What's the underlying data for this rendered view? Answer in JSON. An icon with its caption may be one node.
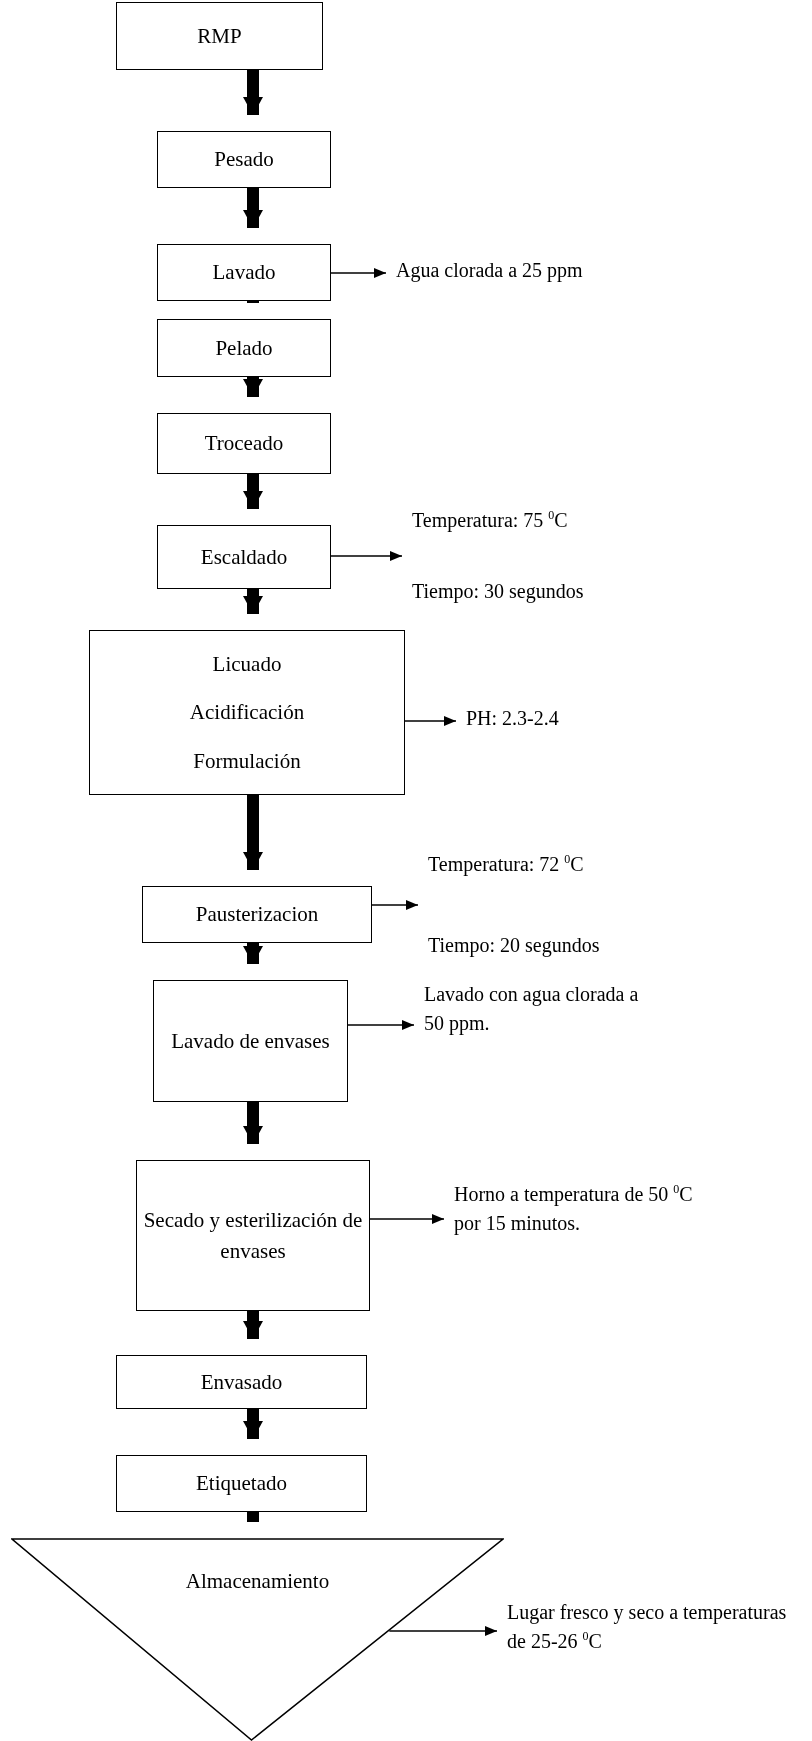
{
  "diagram": {
    "nodes": [
      {
        "text": [
          "RMP"
        ]
      },
      {
        "text": [
          "Pesado"
        ]
      },
      {
        "text": [
          "Lavado"
        ]
      },
      {
        "text": [
          "Agua clorada a 25  ppm"
        ]
      },
      {
        "text": [
          "Pelado"
        ]
      },
      {
        "text": [
          "Troceado"
        ]
      },
      {
        "text": [
          "Escaldado"
        ]
      },
      {
        "text": [
          "Temperatura: 75 $^{0}$C",
          "Tiempo: 30 segundos"
        ]
      },
      {
        "text": [
          "Licuado",
          "Acidificación",
          "Formulación"
        ]
      },
      {
        "text": [
          "PH: 2.3-2.4"
        ]
      },
      {
        "text": [
          "Pausterizacion"
        ]
      },
      {
        "text": [
          "Temperatura: 72 $^{0}$C",
          "Tiempo: 20 segundos"
        ]
      },
      {
        "text": [
          "Lavado de envases"
        ]
      },
      {
        "text": [
          "Lavado con agua clorada a 50 ppm."
        ]
      },
      {
        "text": [
          "Secado y esterilización  de envases"
        ]
      },
      {
        "text": [
          "Horno a temperatura de 50  $^{0}$C por 15 minutos."
        ]
      },
      {
        "text": [
          "Envasado"
        ]
      },
      {
        "text": [
          "Etiquetado"
        ]
      },
      {
        "text": [
          "Almacenamiento"
        ]
      },
      {
        "text": [
          "Lugar fresco y seco a temperaturas de 25-26 $^{0}$C"
        ]
      }
    ],
    "edges": [
      {
        "from": 0,
        "to": 1,
        "arrow": "to"
      },
      {
        "from": 1,
        "to": 2,
        "arrow": "to"
      },
      {
        "from": 2,
        "to": 3,
        "arrow": "to"
      },
      {
        "from": 2,
        "to": 4,
        "arrow": "to"
      },
      {
        "from": 4,
        "to": 5,
        "arrow": "to"
      },
      {
        "from": 5,
        "to": 6,
        "arrow": "to"
      },
      {
        "from": 6,
        "to": 7,
        "arrow": "to"
      },
      {
        "from": 6,
        "to": 8,
        "arrow": "to"
      },
      {
        "from": 8,
        "to": 9,
        "arrow": "to"
      },
      {
        "from": 8,
        "to": 10,
        "arrow": "to"
      },
      {
        "from": 10,
        "to": 11,
        "arrow": "to"
      },
      {
        "from": 10,
        "to": 12,
        "arrow": "to"
      },
      {
        "from": 12,
        "to": 13,
        "arrow": "to"
      },
      {
        "from": 12,
        "to": 14,
        "arrow": "to"
      },
      {
        "from": 14,
        "to": 15,
        "arrow": "to"
      },
      {
        "from": 14,
        "to": 16,
        "arrow": "to"
      },
      {
        "from": 16,
        "to": 17,
        "arrow": "to"
      },
      {
        "from": 17,
        "to": 18,
        "arrow": "to"
      },
      {
        "from": 18,
        "to": 19,
        "arrow": "to"
      }
    ]
  }
}
